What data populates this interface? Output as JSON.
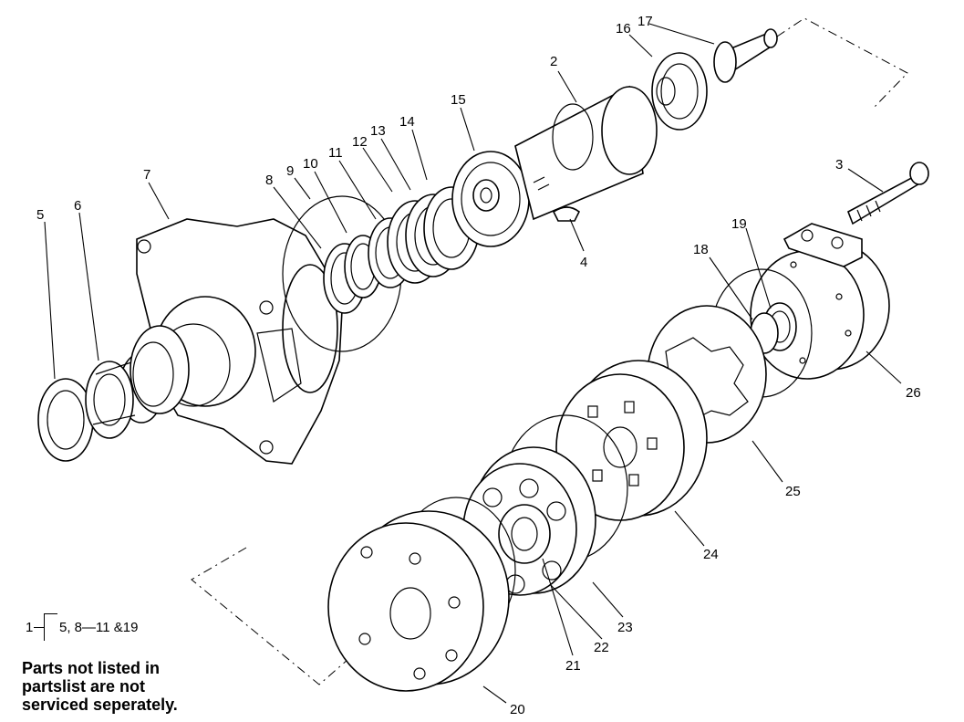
{
  "callouts": [
    {
      "id": "c2",
      "label": "2"
    },
    {
      "id": "c3",
      "label": "3"
    },
    {
      "id": "c4",
      "label": "4"
    },
    {
      "id": "c5",
      "label": "5"
    },
    {
      "id": "c6",
      "label": "6"
    },
    {
      "id": "c7",
      "label": "7"
    },
    {
      "id": "c8",
      "label": "8"
    },
    {
      "id": "c9",
      "label": "9"
    },
    {
      "id": "c10",
      "label": "10"
    },
    {
      "id": "c11",
      "label": "11"
    },
    {
      "id": "c12",
      "label": "12"
    },
    {
      "id": "c13",
      "label": "13"
    },
    {
      "id": "c14",
      "label": "14"
    },
    {
      "id": "c15",
      "label": "15"
    },
    {
      "id": "c16",
      "label": "16"
    },
    {
      "id": "c17",
      "label": "17"
    },
    {
      "id": "c18",
      "label": "18"
    },
    {
      "id": "c19",
      "label": "19"
    },
    {
      "id": "c20",
      "label": "20"
    },
    {
      "id": "c21",
      "label": "21"
    },
    {
      "id": "c22",
      "label": "22"
    },
    {
      "id": "c23",
      "label": "23"
    },
    {
      "id": "c24",
      "label": "24"
    },
    {
      "id": "c25",
      "label": "25"
    },
    {
      "id": "c26",
      "label": "26"
    }
  ],
  "kit_key": {
    "number": "1",
    "items": "5, 8—11 &19"
  },
  "note": {
    "line1": "Parts not listed in",
    "line2": "partslist are not",
    "line3": "serviced seperately."
  }
}
